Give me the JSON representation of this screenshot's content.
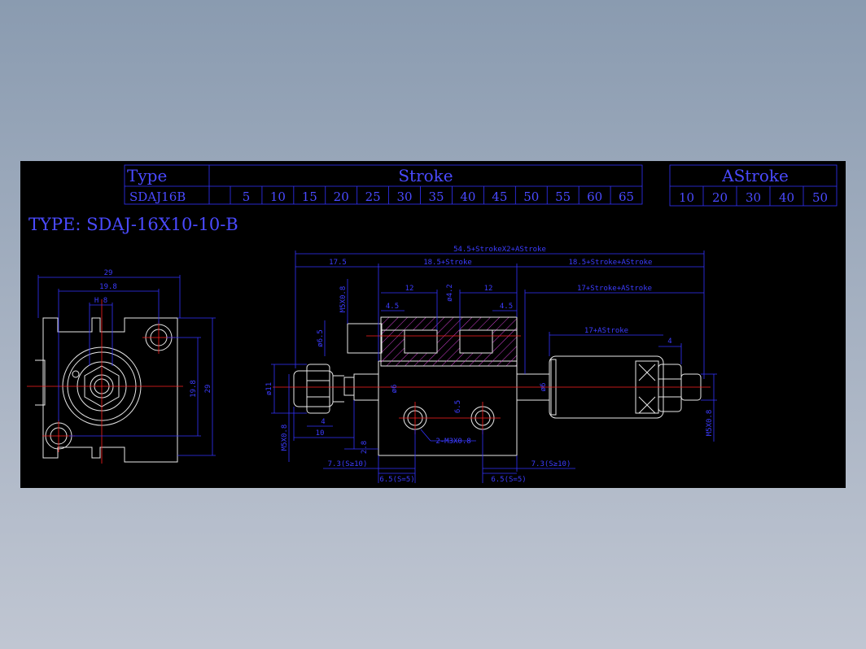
{
  "stroke_table": {
    "type_header": "Type",
    "stroke_header": "Stroke",
    "model": "SDAJ16B",
    "strokes": [
      "5",
      "10",
      "15",
      "20",
      "25",
      "30",
      "35",
      "40",
      "45",
      "50",
      "55",
      "60",
      "65"
    ]
  },
  "astroke_table": {
    "header": "AStroke",
    "values": [
      "10",
      "20",
      "30",
      "40",
      "50"
    ]
  },
  "type_label": "TYPE: SDAJ-16X10-10-B",
  "front_view": {
    "dims": {
      "width": "29",
      "bolt_pitch_h": "19.8",
      "hex": "H 8",
      "bolt_pitch_v": "19.8",
      "height": "29"
    }
  },
  "side_view": {
    "dims": {
      "overall": "54.5+StrokeX2+AStroke",
      "left_body": "17.5",
      "mid1": "18.5+Stroke",
      "mid2": "18.5+Stroke+AStroke",
      "port1": "12",
      "port2": "12",
      "bore": "ø4.2",
      "rod_ext": "17+Stroke+AStroke",
      "port_thread": "M5X0.8",
      "inner1": "4.5",
      "inner2": "4.5",
      "rod_dia_left": "ø6.5",
      "rod_ext2": "17+AStroke",
      "nut_w": "4",
      "rod_dia": "ø11",
      "rod_d6": "ø6",
      "rod_d6b": "ø6",
      "rod_thread_left": "M5X0.8",
      "nut_len": "4",
      "rod_len": "10",
      "gap": "2.8",
      "hole_v": "6.5",
      "mount_holes": "2-M3X0.8",
      "rod_thread_right": "M5X0.8",
      "left_s1": "7.3(S≥10)",
      "right_s1": "7.3(S≥10)",
      "left_s2": "6.5(S=5)",
      "right_s2": "6.5(S=5)"
    }
  },
  "colors": {
    "background_top": "#8a9bb0",
    "canvas": "#000000",
    "dimension": "#3333ff",
    "outline": "#e8e8e8",
    "centerline": "#ff2020",
    "hatch": "#d040d0"
  }
}
